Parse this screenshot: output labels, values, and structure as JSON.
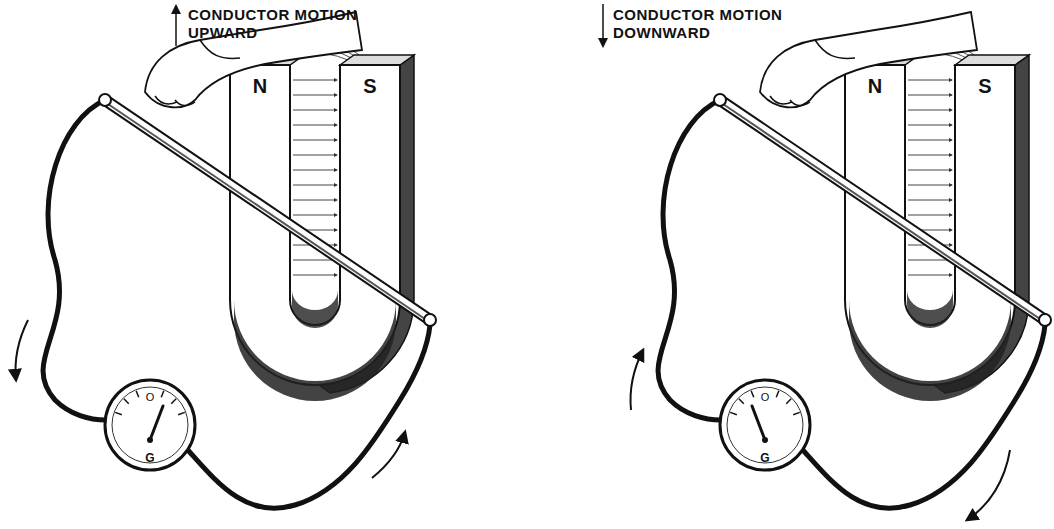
{
  "diagram": {
    "labels": [
      "CONDUCTOR MOTION UPWARD",
      "N",
      "S",
      "O",
      "G",
      "CONDUCTOR MOTION DOWNWARD",
      "N",
      "S",
      "O",
      "G"
    ]
  }
}
